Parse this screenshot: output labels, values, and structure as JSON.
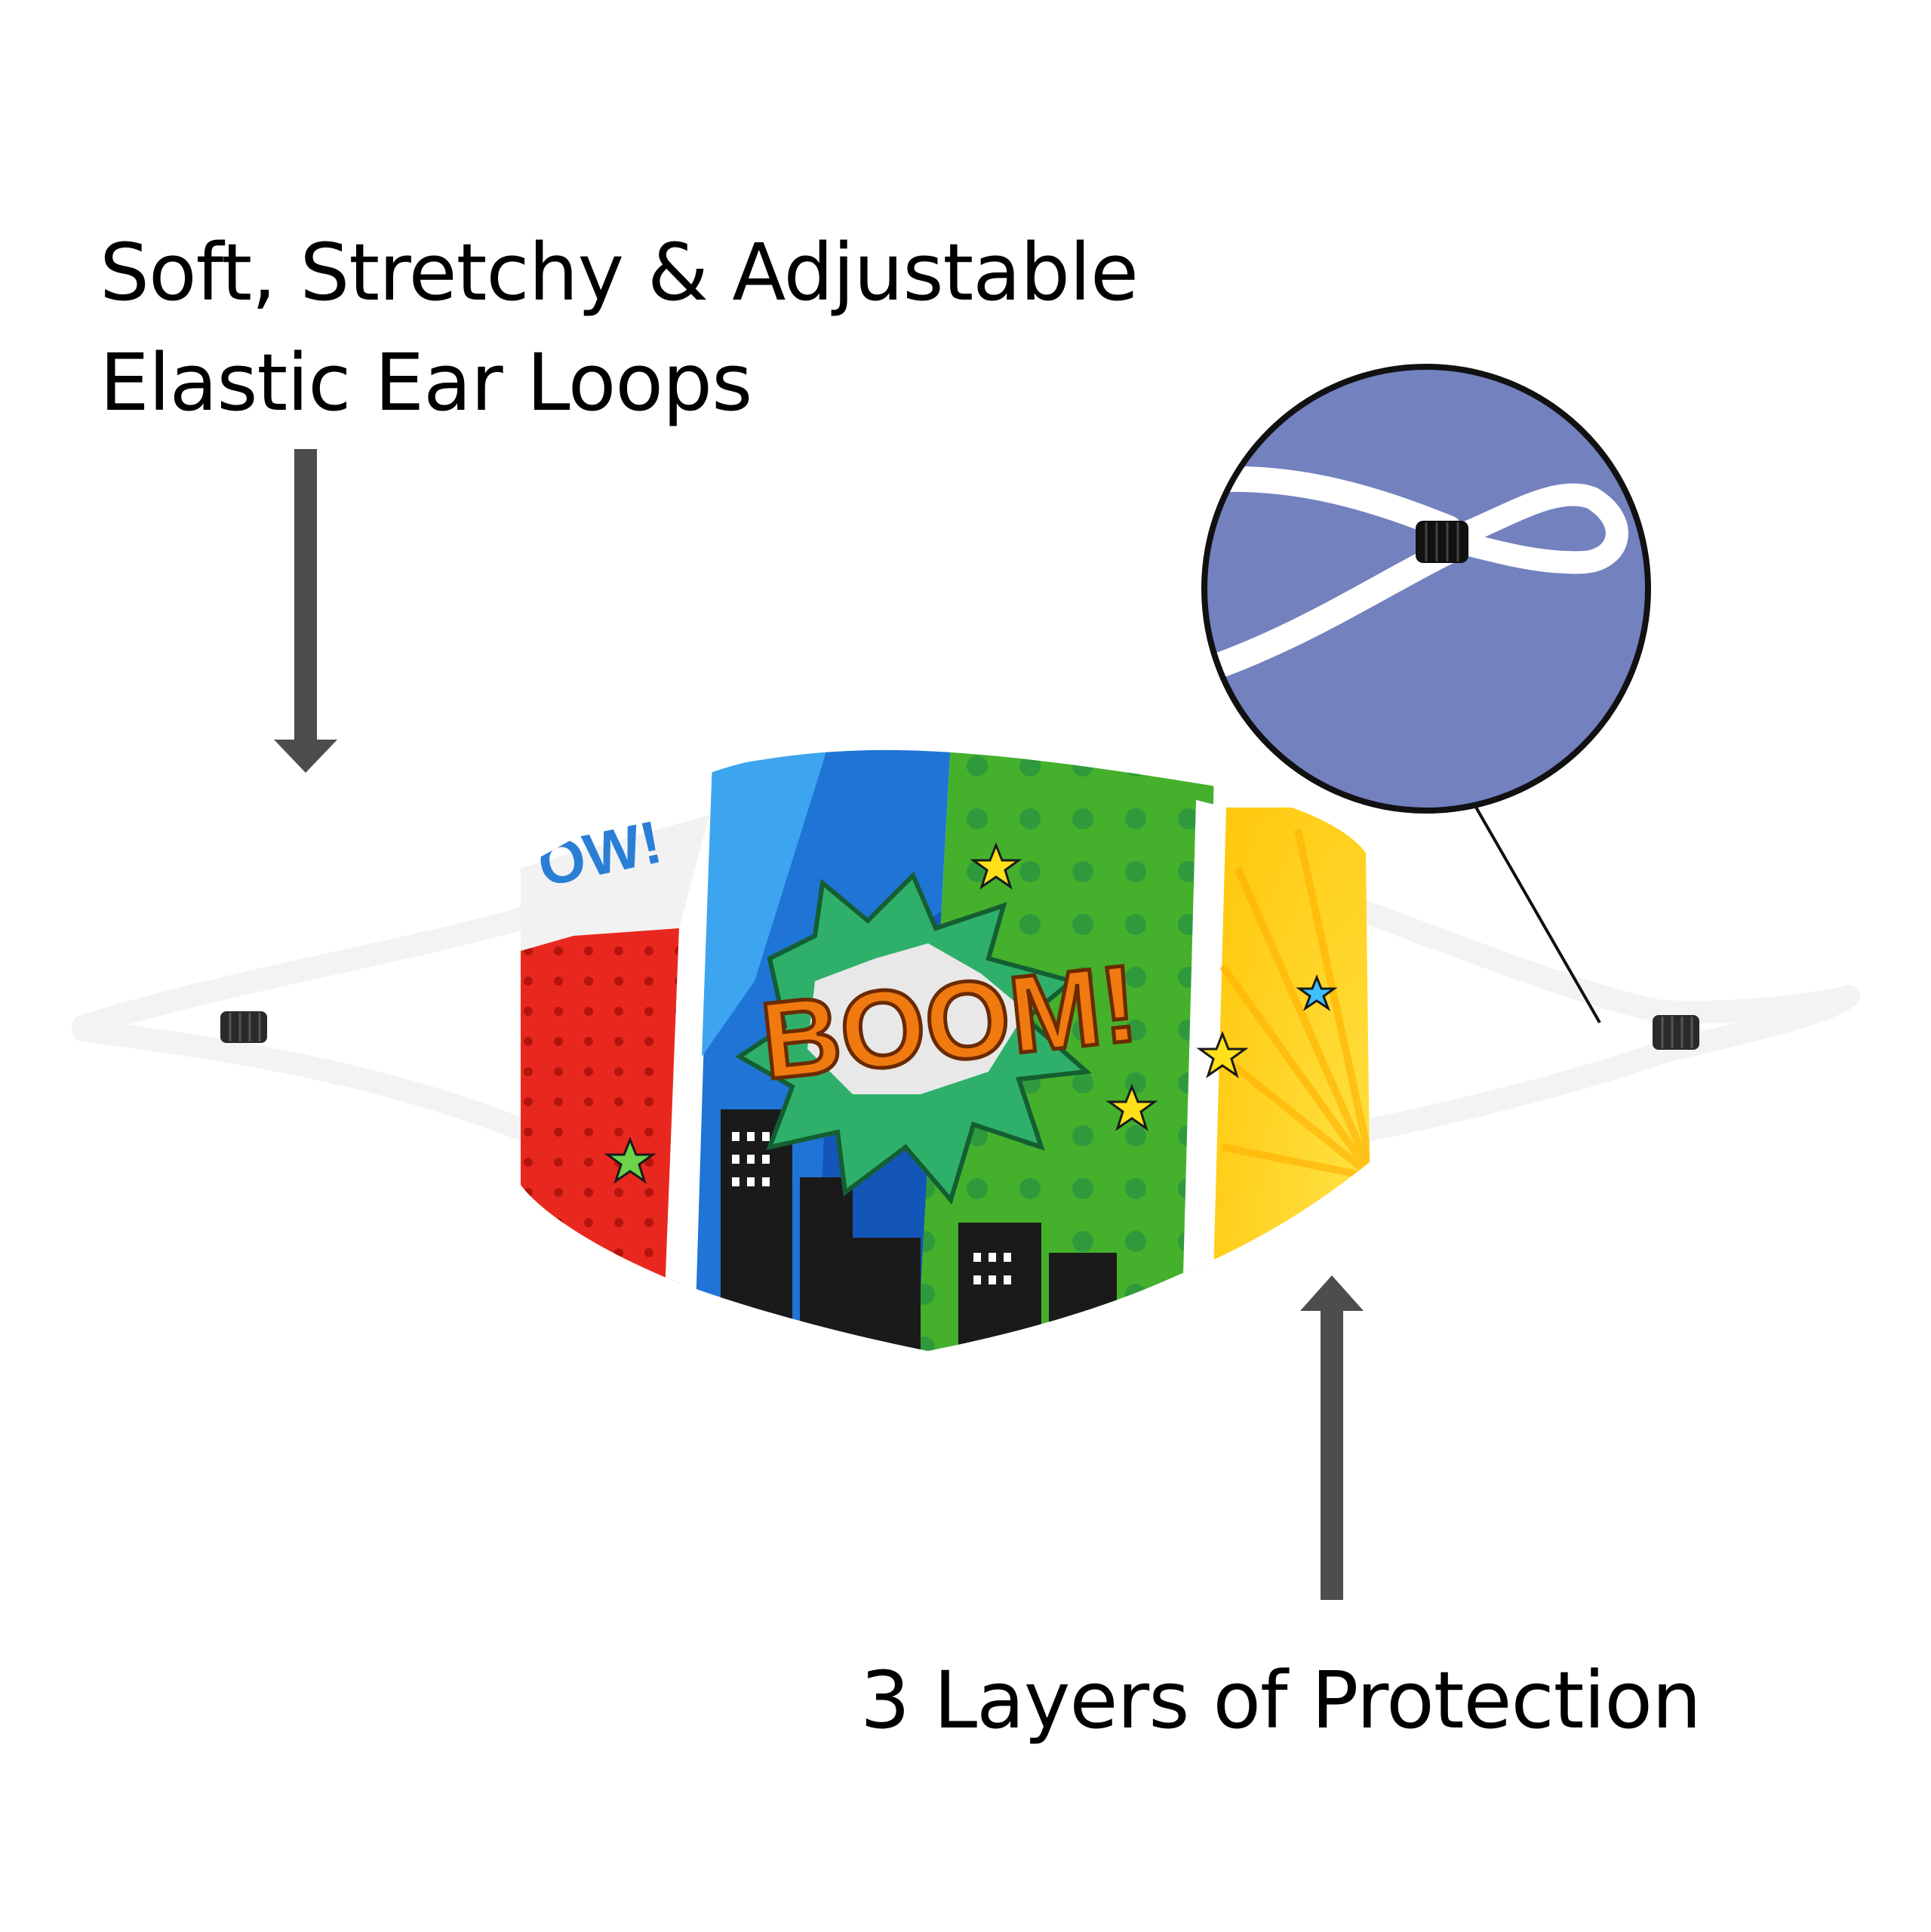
{
  "annotations": {
    "ear_loops": {
      "line1": "Soft, Stretchy & Adjustable",
      "line2": "Elastic Ear Loops"
    },
    "layers": "3 Layers of Protection"
  },
  "mask_print": {
    "burst_text": "BOOM!",
    "corner_text": "OW!"
  },
  "colors": {
    "arrow": "#4d4d4d",
    "zoom_background": "#7381bf",
    "panel_red": "#e8281e",
    "panel_blue": "#1f74d6",
    "panel_green": "#44b02c",
    "panel_yellow": "#ffd21f"
  }
}
